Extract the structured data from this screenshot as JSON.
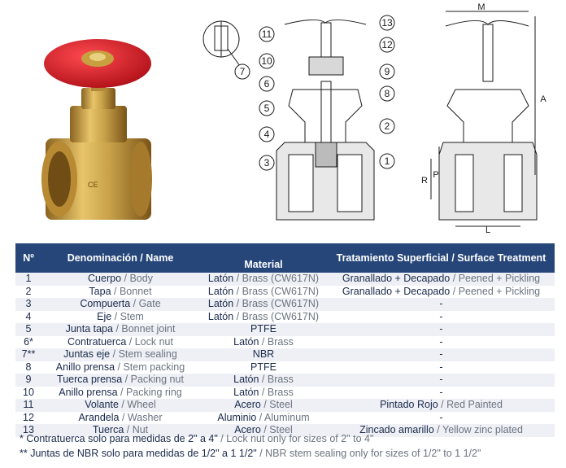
{
  "drawing": {
    "callouts": [
      "1",
      "2",
      "3",
      "4",
      "5",
      "6",
      "7",
      "8",
      "9",
      "10",
      "11",
      "12",
      "13"
    ],
    "dimensions": [
      "M",
      "A",
      "R",
      "P",
      "L"
    ]
  },
  "table": {
    "headers": {
      "num": "Nº",
      "name": "Denominación / Name",
      "material": "Material",
      "treatment": "Tratamiento Superficial / Surface Treatment"
    },
    "rows": [
      {
        "num": "1",
        "name_es": "Cuerpo",
        "name_en": "Body",
        "mat_es": "Latón",
        "mat_en": "Brass (CW617N)",
        "tr_es": "Granallado + Decapado",
        "tr_en": "Peened + Pickling"
      },
      {
        "num": "2",
        "name_es": "Tapa",
        "name_en": "Bonnet",
        "mat_es": "Latón",
        "mat_en": "Brass (CW617N)",
        "tr_es": "Granallado + Decapado",
        "tr_en": "Peened + Pickling"
      },
      {
        "num": "3",
        "name_es": "Compuerta",
        "name_en": "Gate",
        "mat_es": "Latón",
        "mat_en": "Brass (CW617N)",
        "tr_es": "-",
        "tr_en": ""
      },
      {
        "num": "4",
        "name_es": "Eje",
        "name_en": "Stem",
        "mat_es": "Latón",
        "mat_en": "Brass (CW617N)",
        "tr_es": "-",
        "tr_en": ""
      },
      {
        "num": "5",
        "name_es": "Junta tapa",
        "name_en": "Bonnet joint",
        "mat_es": "PTFE",
        "mat_en": "",
        "tr_es": "-",
        "tr_en": ""
      },
      {
        "num": "6*",
        "name_es": "Contratuerca",
        "name_en": "Lock nut",
        "mat_es": "Latón",
        "mat_en": "Brass",
        "tr_es": "-",
        "tr_en": ""
      },
      {
        "num": "7**",
        "name_es": "Juntas eje",
        "name_en": "Stem sealing",
        "mat_es": "NBR",
        "mat_en": "",
        "tr_es": "-",
        "tr_en": ""
      },
      {
        "num": "8",
        "name_es": "Anillo prensa",
        "name_en": "Stem packing",
        "mat_es": "PTFE",
        "mat_en": "",
        "tr_es": "-",
        "tr_en": ""
      },
      {
        "num": "9",
        "name_es": "Tuerca prensa",
        "name_en": "Packing nut",
        "mat_es": "Latón",
        "mat_en": "Brass",
        "tr_es": "-",
        "tr_en": ""
      },
      {
        "num": "10",
        "name_es": "Anillo prensa",
        "name_en": "Packing ring",
        "mat_es": "Latón",
        "mat_en": "Brass",
        "tr_es": "-",
        "tr_en": ""
      },
      {
        "num": "11",
        "name_es": "Volante",
        "name_en": "Wheel",
        "mat_es": "Acero",
        "mat_en": "Steel",
        "tr_es": "Pintado Rojo",
        "tr_en": "Red Painted"
      },
      {
        "num": "12",
        "name_es": "Arandela",
        "name_en": "Washer",
        "mat_es": "Aluminio",
        "mat_en": "Aluminum",
        "tr_es": "-",
        "tr_en": ""
      },
      {
        "num": "13",
        "name_es": "Tuerca",
        "name_en": "Nut",
        "mat_es": "Acero",
        "mat_en": "Steel",
        "tr_es": "Zincado amarillo",
        "tr_en": "Yellow zinc plated"
      }
    ]
  },
  "notes": [
    {
      "mark": "*",
      "es": "Contratuerca solo para medidas de 2\" a 4\"",
      "en": "Lock nut only for sizes of 2\" to 4\""
    },
    {
      "mark": "**",
      "es": "Juntas de NBR solo para medidas de 1/2\" a 1 1/2\"",
      "en": "NBR stem sealing only for sizes of 1/2\" to 1 1/2\""
    }
  ],
  "colors": {
    "header_bg": "#26467a",
    "row_alt": "#eef0f5",
    "wheel": "#d8232a",
    "brass": "#c9a24a"
  }
}
